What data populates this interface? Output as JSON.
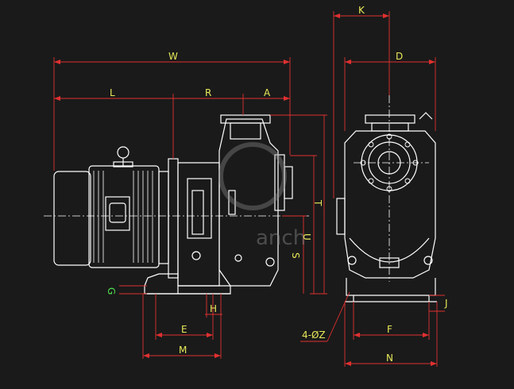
{
  "dimensions": {
    "W": "W",
    "L": "L",
    "R": "R",
    "A": "A",
    "K": "K",
    "D": "D",
    "T": "T",
    "U": "U",
    "S": "S",
    "G": "G",
    "H": "H",
    "E": "E",
    "M": "M",
    "F": "F",
    "N": "N",
    "J": "J",
    "Z": "4-ØZ"
  },
  "watermark": "anch",
  "colors": {
    "background": "#1a1a1a",
    "outline": "#ffffff",
    "dimension_line": "#e03030",
    "dimension_text": "#e8e85a",
    "green_text": "#50e050"
  }
}
